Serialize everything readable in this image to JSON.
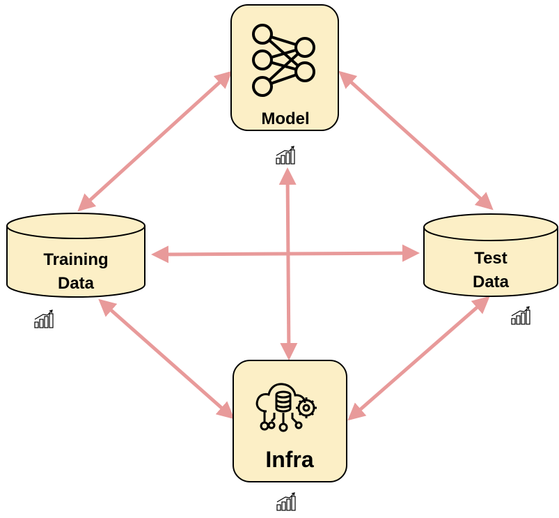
{
  "colors": {
    "node_fill": "#fcefc6",
    "node_stroke": "#000000",
    "arrow": "#e89a9a"
  },
  "nodes": {
    "model": {
      "label": "Model",
      "icon": "neural-network-icon"
    },
    "training_data": {
      "line1": "Training",
      "line2": "Data",
      "icon": "database-cylinder"
    },
    "test_data": {
      "line1": "Test",
      "line2": "Data",
      "icon": "database-cylinder"
    },
    "infra": {
      "label": "Infra",
      "icon": "cloud-database-gear-icon"
    }
  },
  "growth_icon": "growth-chart-icon"
}
